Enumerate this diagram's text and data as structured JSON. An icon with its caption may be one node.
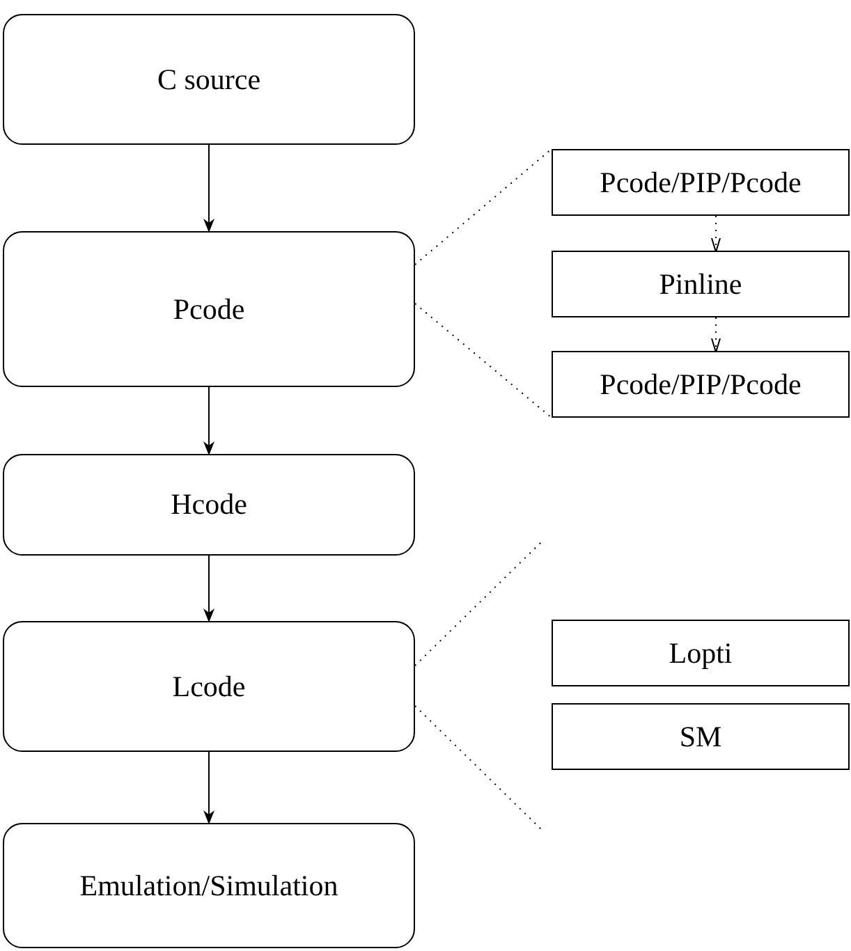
{
  "diagram": {
    "nodes": [
      {
        "text": [
          "C source"
        ]
      },
      {
        "text": [
          "Pcode"
        ]
      },
      {
        "text": [
          "Hcode"
        ]
      },
      {
        "text": [
          "Lcode"
        ]
      },
      {
        "text": [
          "Emulation/Simulation"
        ]
      },
      {
        "text": [
          "Pcode/PIP/Pcode"
        ]
      },
      {
        "text": [
          "Pinline"
        ]
      },
      {
        "text": [
          "Pcode/PIP/Pcode"
        ]
      },
      {
        "text": [
          "Lopti"
        ]
      },
      {
        "text": [
          "SM"
        ]
      }
    ],
    "edges": [
      {
        "from": 0,
        "to": 1,
        "arrow": "to"
      },
      {
        "from": 1,
        "to": 2,
        "arrow": "to"
      },
      {
        "from": 2,
        "to": 3,
        "arrow": "to"
      },
      {
        "from": 3,
        "to": 4,
        "arrow": "to"
      },
      {
        "from": 5,
        "to": 6,
        "arrow": "to",
        "style": "dashed"
      },
      {
        "from": 6,
        "to": 7,
        "arrow": "to",
        "style": "dashed"
      },
      {
        "from": 1,
        "to": 5,
        "arrow": "none",
        "style": "dashed"
      },
      {
        "from": 1,
        "to": 7,
        "arrow": "none",
        "style": "dashed"
      },
      {
        "from": 3,
        "to": null,
        "arrow": "none",
        "style": "dashed"
      },
      {
        "from": 3,
        "to": null,
        "arrow": "none",
        "style": "dashed"
      }
    ]
  }
}
